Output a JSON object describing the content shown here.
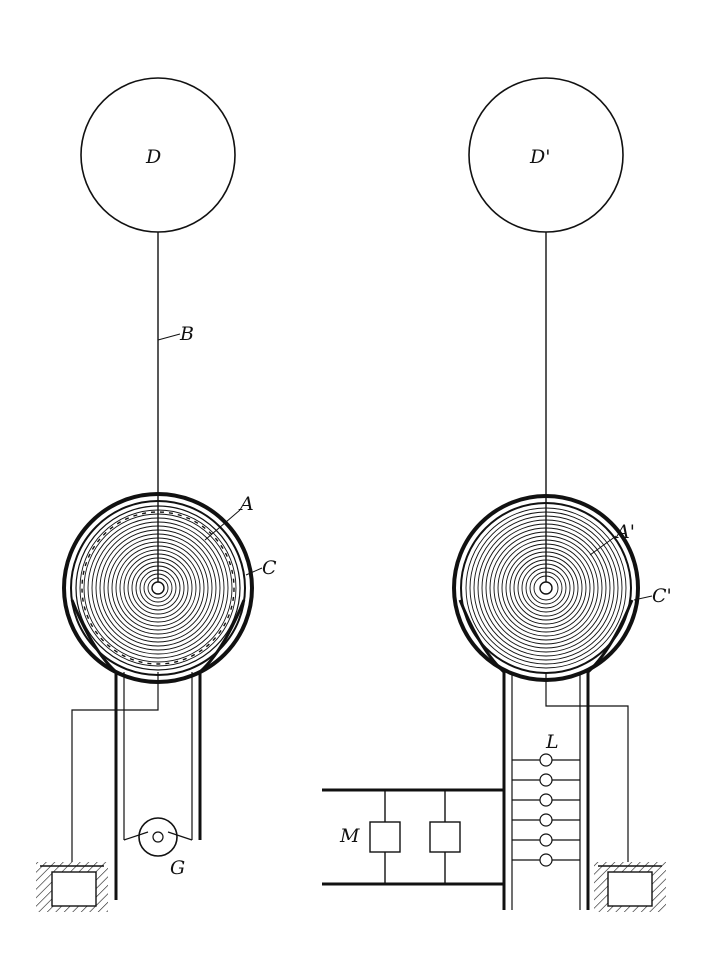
{
  "labels": {
    "sphere_left": "D",
    "sphere_right": "D'",
    "wire_left": "B",
    "coil_left": "A",
    "ring_left": "C",
    "coil_right": "A'",
    "ring_right": "C'",
    "generator": "G",
    "lamps": "L",
    "motor": "M"
  },
  "colors": {
    "ink": "#111111",
    "paper": "#ffffff"
  },
  "lamp_count": 6,
  "motor_box_count": 2
}
